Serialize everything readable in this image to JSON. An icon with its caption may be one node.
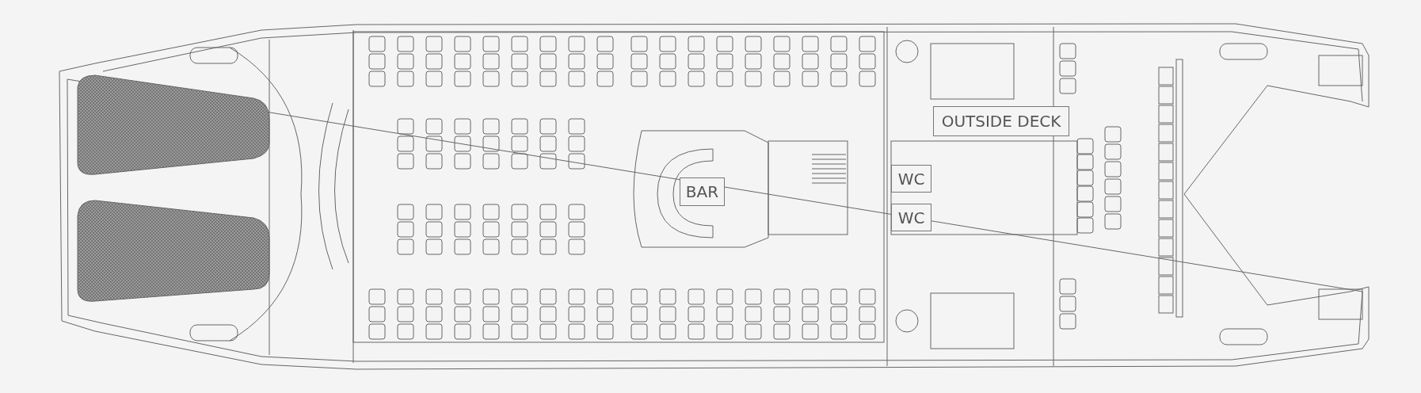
{
  "diagram": {
    "nodes": [
      {
        "text": [
          "OUTSIDE DECK"
        ]
      },
      {
        "text": [
          "BAR"
        ]
      },
      {
        "text": [
          "WC"
        ]
      },
      {
        "text": [
          "WC"
        ]
      }
    ]
  }
}
